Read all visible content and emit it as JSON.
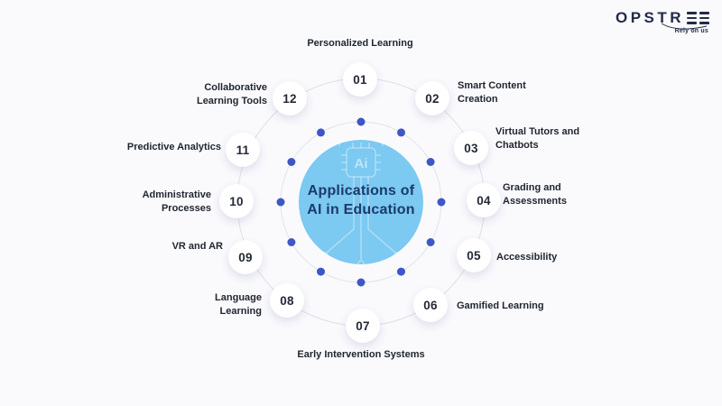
{
  "page": {
    "background": "#fafafd"
  },
  "logo": {
    "brand": "OPSTREE",
    "brand_main": "OPSTR",
    "brand_suffix": "EE",
    "tagline": "Rely on us"
  },
  "center": {
    "title": "Applications of AI in Education",
    "watermark_text": "Ai",
    "circle_color": "#7cc9f1",
    "title_color": "#1c3a6b"
  },
  "items": [
    {
      "num": "01",
      "label": "Personalized Learning"
    },
    {
      "num": "02",
      "label": "Smart Content Creation"
    },
    {
      "num": "03",
      "label": "Virtual Tutors and Chatbots"
    },
    {
      "num": "04",
      "label": "Grading and Assessments"
    },
    {
      "num": "05",
      "label": "Accessibility"
    },
    {
      "num": "06",
      "label": "Gamified Learning"
    },
    {
      "num": "07",
      "label": "Early Intervention Systems"
    },
    {
      "num": "08",
      "label": "Language Learning"
    },
    {
      "num": "09",
      "label": "VR and AR"
    },
    {
      "num": "10",
      "label": "Administrative Processes"
    },
    {
      "num": "11",
      "label": "Predictive Analytics"
    },
    {
      "num": "12",
      "label": "Collaborative Learning Tools"
    }
  ],
  "colors": {
    "ring": "#dedee6",
    "inner_ring": "#e2e2ea",
    "dot": "#3e57c6",
    "number_text": "#232936",
    "label_text": "#1f242e",
    "logo_navy": "#242b47"
  }
}
